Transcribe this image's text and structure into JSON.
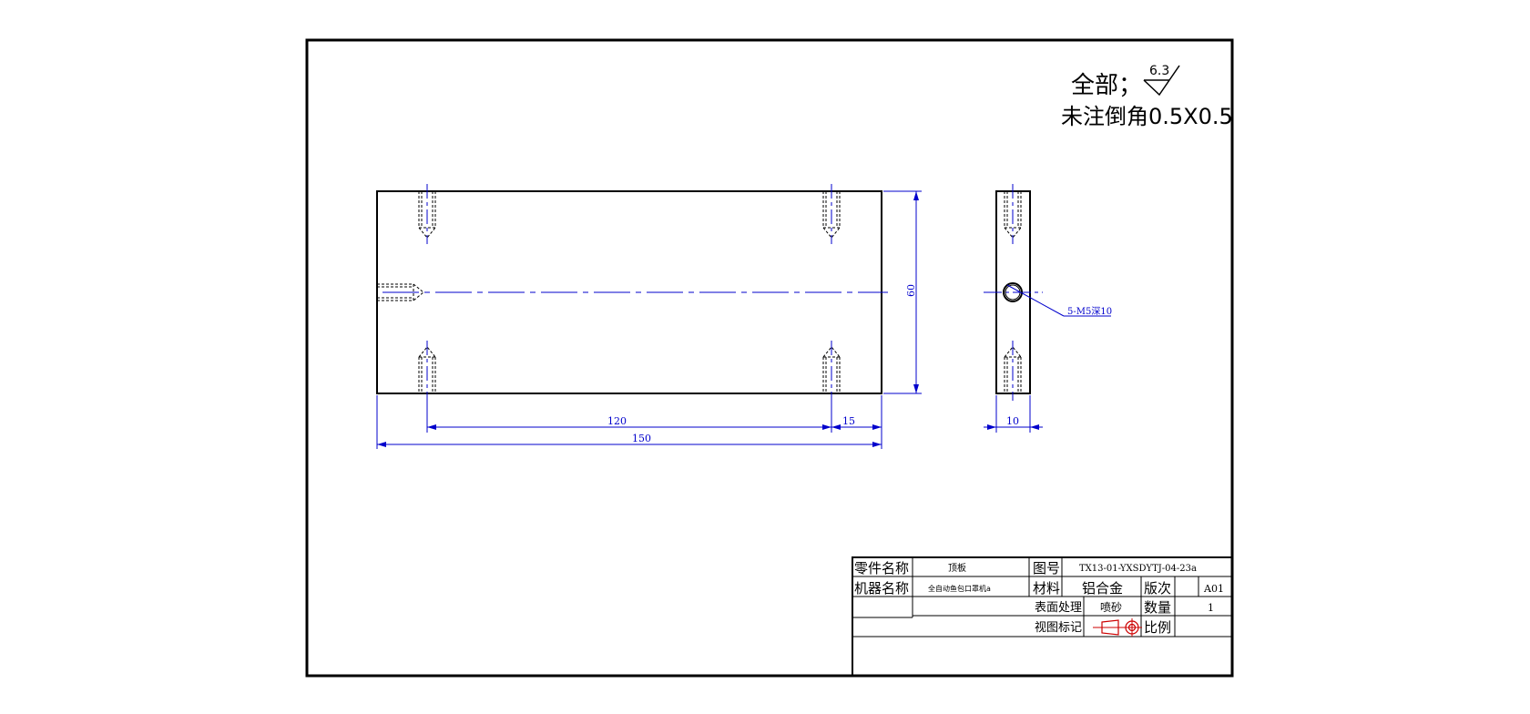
{
  "notes": {
    "surface_prefix": "全部；",
    "roughness_value": "6.3",
    "chamfer_note": "未注倒角0.5X0.5"
  },
  "dimensions": {
    "height": "60",
    "hole_spacing": "120",
    "edge_offset": "15",
    "total_length": "150",
    "thickness": "10",
    "hole_callout": "5-M5深10"
  },
  "title_block": {
    "part_name_label": "零件名称",
    "part_name": "顶板",
    "drawing_no_label": "图号",
    "drawing_no": "TX13-01-YXSDYTJ-04-23a",
    "machine_name_label": "机器名称",
    "machine_name": "全自动鱼包口罩机a",
    "material_label": "材料",
    "material": "铝合金",
    "version_label": "版次",
    "version": "A01",
    "surface_treatment_label": "表面处理",
    "surface_treatment": "喷砂",
    "quantity_label": "数量",
    "quantity": "1",
    "view_mark_label": "视图标记",
    "scale_label": "比例",
    "scale": ""
  },
  "colors": {
    "outline": "#000000",
    "dimension": "#0000cc"
  }
}
